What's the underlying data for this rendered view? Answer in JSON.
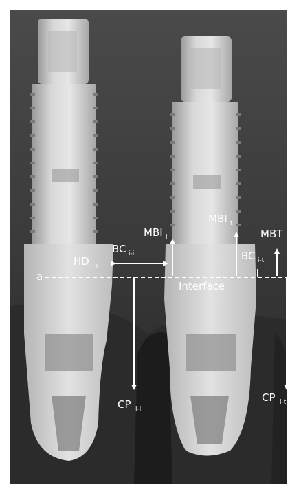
{
  "labels": {
    "a": "a",
    "hd": "HD",
    "hd_sub": "i-i",
    "bc_left": "BC",
    "bc_left_sub": "i-i",
    "mbi_i": "MBI",
    "mbi_i_sub": "i",
    "mbi_t": "MBI",
    "mbi_t_sub": "t",
    "bc_right": "BC",
    "bc_right_sub": "i-t",
    "mbt": "MBT",
    "interface": "Interface",
    "cp_left": "CP",
    "cp_left_sub": "i-i",
    "cp_right": "CP",
    "cp_right_sub": "i-t"
  },
  "colors": {
    "annotation": "#ffffff",
    "background": "#2e2e2e"
  }
}
